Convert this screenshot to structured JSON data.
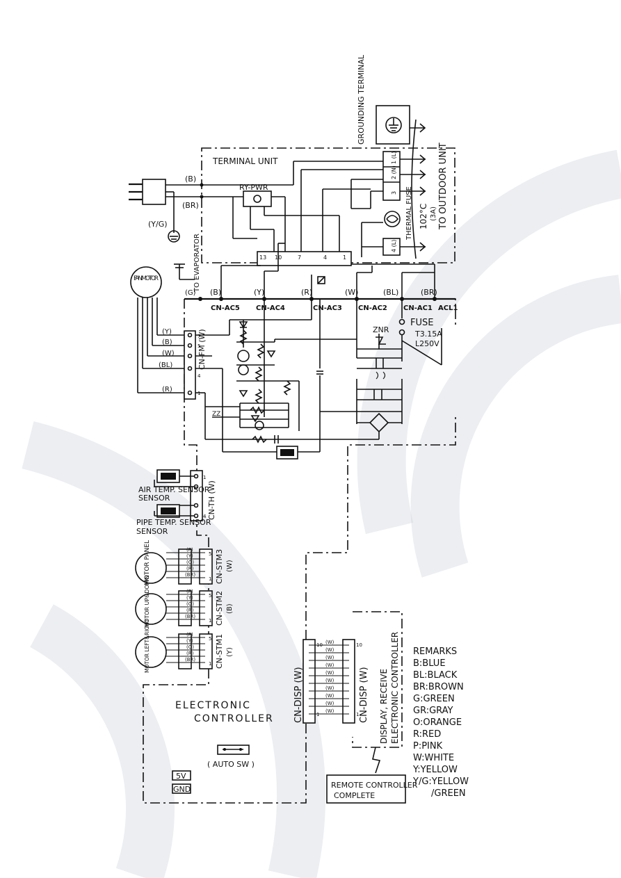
{
  "colors": {
    "ink": "#111111",
    "background": "#ffffff",
    "watermark": "#c9cdd6"
  },
  "grounding": {
    "label": "GROUNDING TERMINAL",
    "icon": "ground-icon"
  },
  "terminal_unit": {
    "title": "TERMINAL UNIT",
    "to_outdoor": "TO OUTDOOR UNIT",
    "terminals": [
      "1 (L)",
      "2 (N)",
      "3",
      "4 (L)"
    ]
  },
  "thermal_fuse": {
    "label": "THERMAL FUSE",
    "temp": "102°C",
    "rating": "(3A)"
  },
  "power": {
    "relay": "RY-PWR",
    "wire_b": "(B)",
    "wire_br": "(BR)",
    "wire_yg": "(Y/G)"
  },
  "terminal_block": {
    "numbers": [
      "13",
      "10",
      "7",
      "4",
      "1"
    ]
  },
  "evaporator": {
    "label": "TO EVAPORATOR"
  },
  "fan_motor": {
    "label": "FAN MOTOR"
  },
  "ac_connectors": {
    "labels": [
      "CN-AC5",
      "CN-AC4",
      "CN-AC3",
      "CN-AC2",
      "CN-AC1",
      "ACL1"
    ],
    "wires": [
      "(G)",
      "(B)",
      "(Y)",
      "(R)",
      "(W)",
      "(BL)",
      "(BR)"
    ]
  },
  "fuse": {
    "label": "FUSE",
    "rating": "T3.15A",
    "voltage": "L250V",
    "znr": "ZNR"
  },
  "cn_fm": {
    "label": "CN-FM (W)",
    "wires": [
      "(Y)",
      "(B)",
      "(W)",
      "(BL)",
      "(R)"
    ],
    "pins": [
      "7",
      "5",
      "4",
      "1"
    ]
  },
  "cn_th": {
    "label": "CN-TH (W)",
    "pins": [
      "1",
      "4"
    ],
    "air_sensor": "AIR TEMP. SENSOR",
    "pipe_sensor": "PIPE TEMP. SENSOR"
  },
  "stepper": {
    "wires": [
      "(P)",
      "(Y)",
      "(O)",
      "(R)",
      "(BR)"
    ],
    "pins": [
      "5",
      "1"
    ],
    "motors": [
      {
        "motor": "MOTOR PANEL",
        "connector": "CN-STM3",
        "color": "(W)"
      },
      {
        "motor": "MOTOR UP&DOWN",
        "connector": "CN-STM2",
        "color": "(B)"
      },
      {
        "motor": "MOTOR LEFT&RIGHT",
        "connector": "CN-STM1",
        "color": "(Y)"
      }
    ]
  },
  "display": {
    "cn_disp": "CN-DISP (W)",
    "pins": [
      "10",
      "1"
    ],
    "wire": "(W)",
    "board": "DISPLAY, RECEIVE ELECTRONIC CONTROLLER"
  },
  "controller": {
    "title": "ELECTRONIC CONTROLLER",
    "auto_sw": "( AUTO SW )",
    "v5": "5V",
    "gnd": "GND"
  },
  "remote": {
    "line1": "REMOTE CONTROLLER",
    "line2": "COMPLETE"
  },
  "remarks": {
    "title": "REMARKS",
    "items": [
      "B:BLUE",
      "BL:BLACK",
      "BR:BROWN",
      "G:GREEN",
      "GR:GRAY",
      "O:ORANGE",
      "R:RED",
      "P:PINK",
      "W:WHITE",
      "Y:YELLOW",
      "Y/G:YELLOW",
      "/GREEN"
    ]
  }
}
